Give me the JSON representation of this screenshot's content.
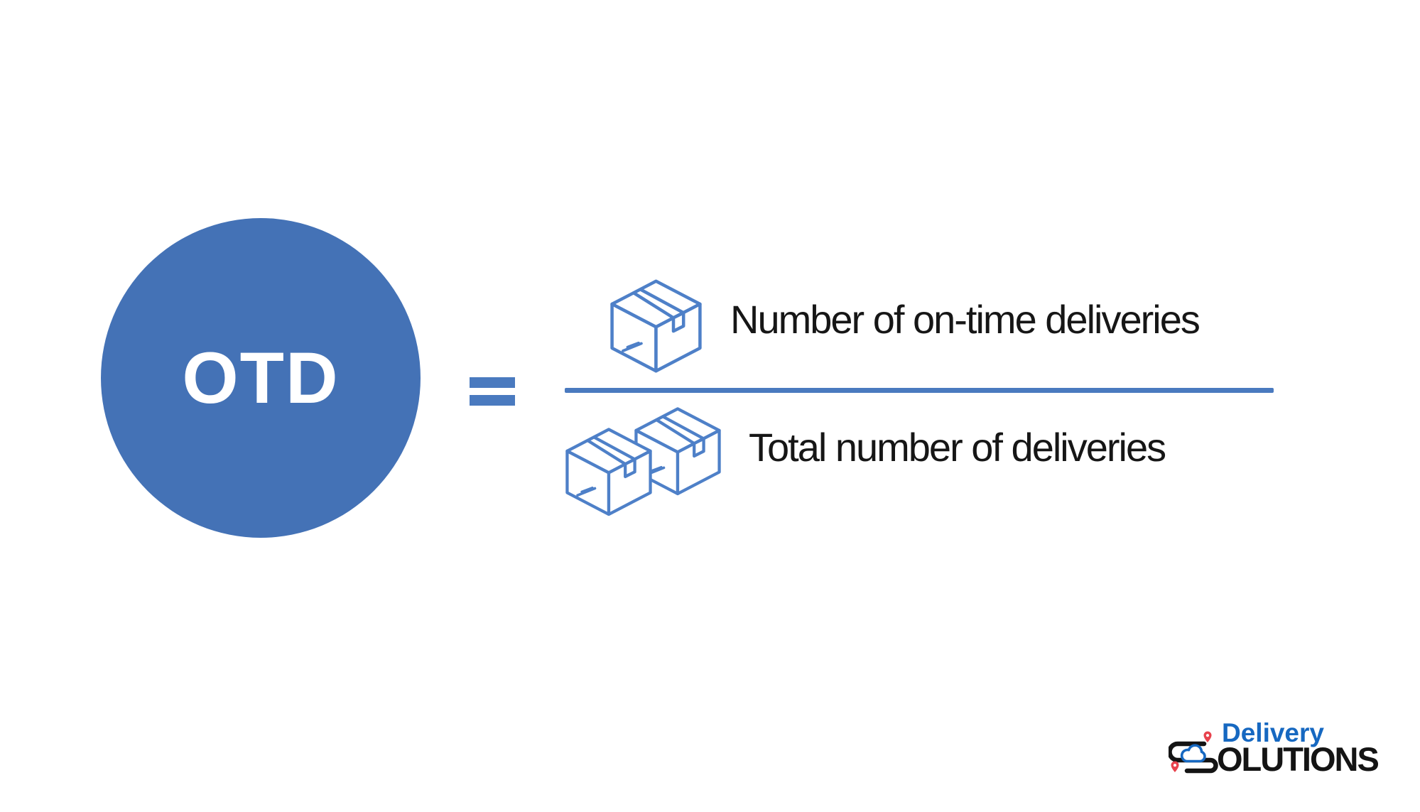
{
  "canvas": {
    "background": "#ffffff"
  },
  "colors": {
    "circle_blue": "#4472B6",
    "accent_blue": "#4A7ABF",
    "box_icon_blue": "#4E80C8",
    "text_black": "#161616",
    "logo_blue": "#1668C1",
    "logo_black": "#141414",
    "pin_red": "#E8424D"
  },
  "formula": {
    "acronym": "OTD",
    "equals": "=",
    "numerator": "Number of on-time deliveries",
    "denominator": "Total number of deliveries"
  },
  "icons": {
    "numerator": "package-box-icon",
    "denominator": "two-package-boxes-icon",
    "logo": [
      "route-s-icon",
      "map-pin-icon",
      "cloud-icon"
    ]
  },
  "logo": {
    "line1": "Delivery",
    "line2": "OLUTIONS"
  }
}
